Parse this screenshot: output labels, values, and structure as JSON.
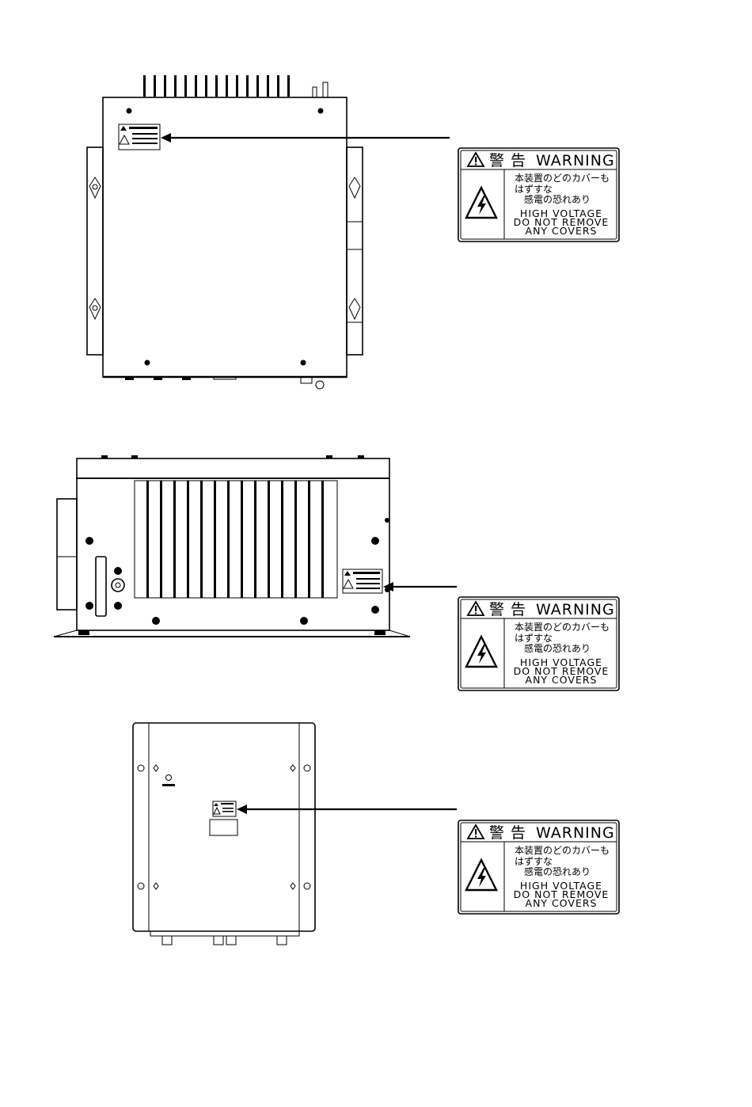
{
  "warning_label": {
    "heading_jp": "警 告",
    "heading_en": "WARNING",
    "jp_line1": "本装置のどのカバーも",
    "jp_line2": "はずすな",
    "jp_line3": "感電の恐れあり",
    "en_line1": "HIGH VOLTAGE",
    "en_line2": "DO NOT REMOVE",
    "en_line3": "ANY COVERS"
  },
  "icons": {
    "header": "warning-triangle-icon",
    "body": "high-voltage-icon"
  }
}
